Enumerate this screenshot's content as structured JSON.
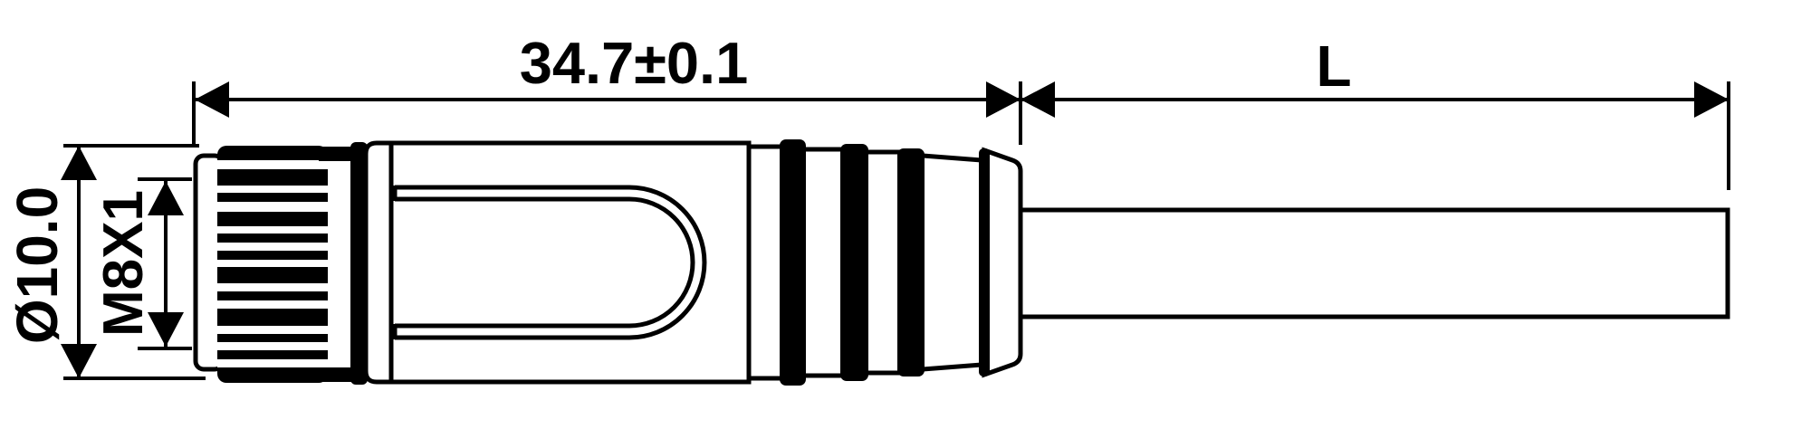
{
  "drawing": {
    "type": "technical-dimension-drawing",
    "part": "M8 circular connector with molded cable",
    "labels": {
      "body_length": "34.7±0.1",
      "cable_length": "L",
      "outer_diameter": "Ø10.0",
      "thread": "M8X1"
    },
    "colors": {
      "line": "#000000",
      "background": "#ffffff"
    }
  }
}
